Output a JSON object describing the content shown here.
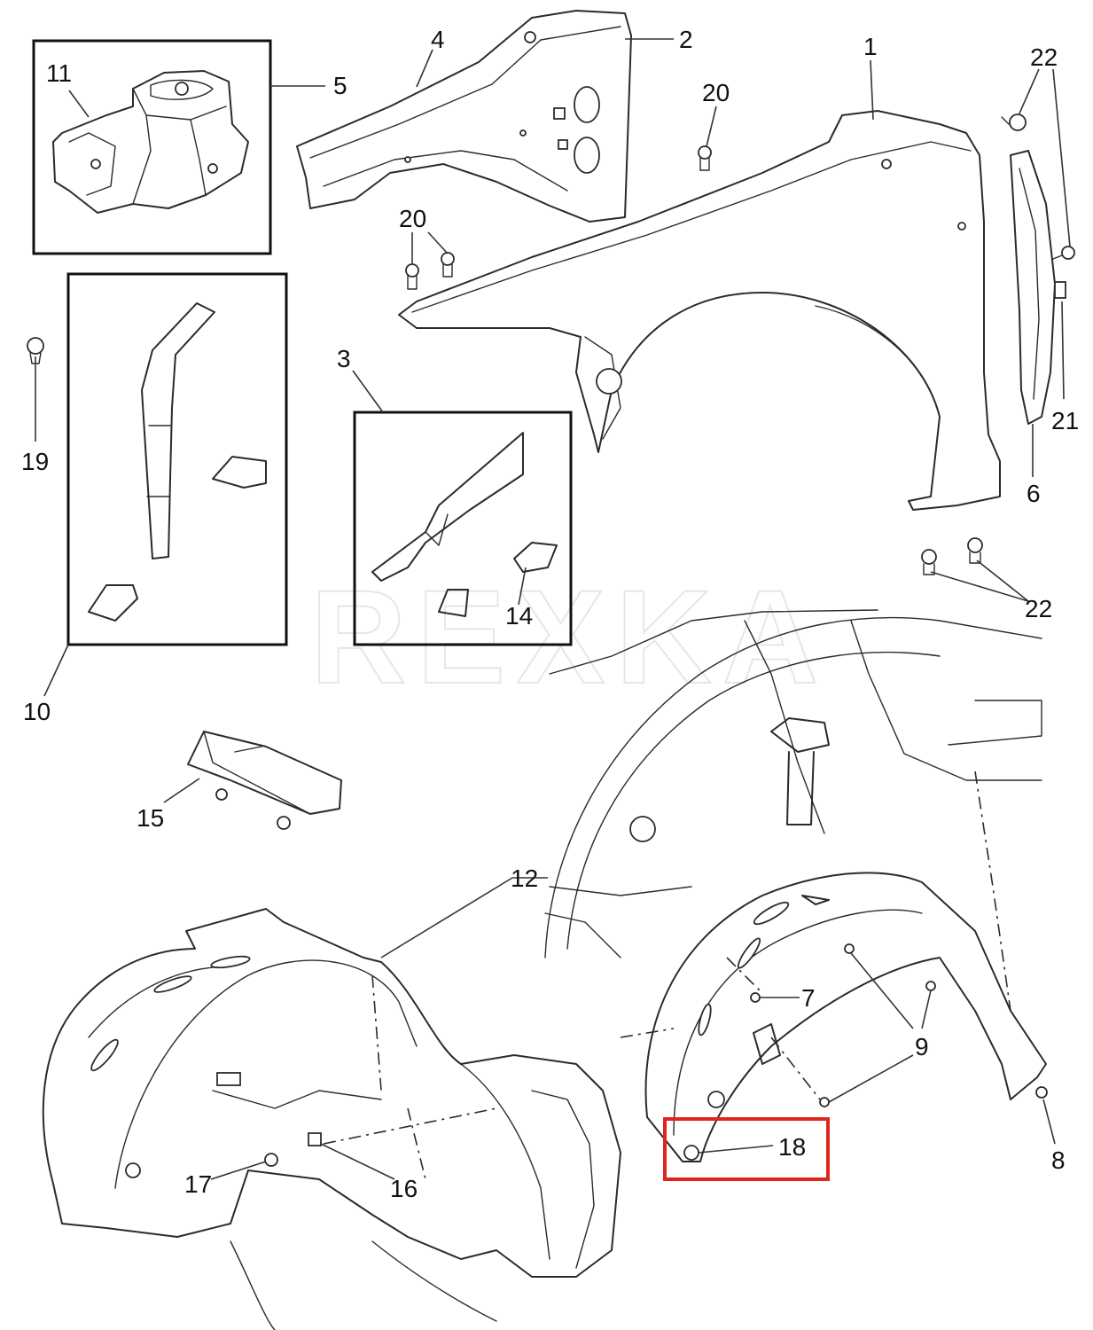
{
  "watermark": "REXKA",
  "highlight_color": "#e0261b",
  "callouts": {
    "c1": "1",
    "c2": "2",
    "c3": "3",
    "c4": "4",
    "c5": "5",
    "c6": "6",
    "c7": "7",
    "c8": "8",
    "c9": "9",
    "c10": "10",
    "c11": "11",
    "c12": "12",
    "c14": "14",
    "c15": "15",
    "c16": "16",
    "c17": "17",
    "c18": "18",
    "c19": "19",
    "c20a": "20",
    "c20b": "20",
    "c21": "21",
    "c22a": "22",
    "c22b": "22"
  }
}
